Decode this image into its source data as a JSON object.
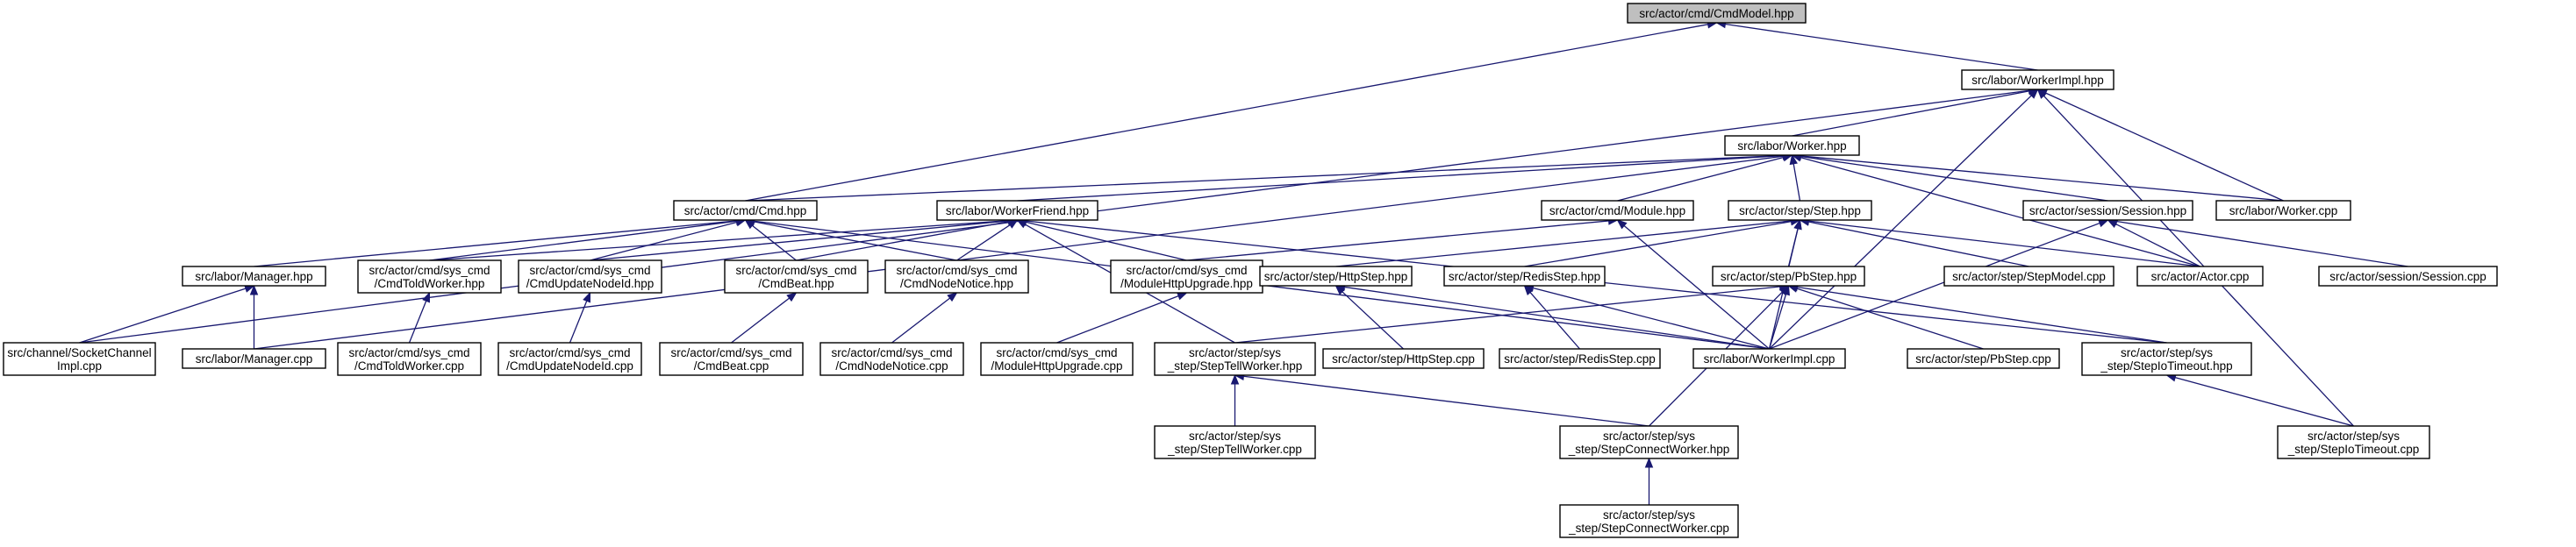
{
  "graph": {
    "colors": {
      "edge": "#191970",
      "root_fill": "#bfbfbf",
      "node_fill": "#ffffff",
      "node_border": "#000000"
    },
    "nodes": [
      {
        "id": "n_cmdmodel",
        "name": "node-cmdmodel-hpp",
        "lines": [
          "src/actor/cmd/CmdModel.hpp"
        ],
        "root": true
      },
      {
        "id": "n_workerimpl_h",
        "name": "node-workerimpl-hpp",
        "lines": [
          "src/labor/WorkerImpl.hpp"
        ]
      },
      {
        "id": "n_worker_h",
        "name": "node-worker-hpp",
        "lines": [
          "src/labor/Worker.hpp"
        ]
      },
      {
        "id": "n_cmd_h",
        "name": "node-cmd-hpp",
        "lines": [
          "src/actor/cmd/Cmd.hpp"
        ]
      },
      {
        "id": "n_workerfriend_h",
        "name": "node-workerfriend-hpp",
        "lines": [
          "src/labor/WorkerFriend.hpp"
        ]
      },
      {
        "id": "n_module_h",
        "name": "node-module-hpp",
        "lines": [
          "src/actor/cmd/Module.hpp"
        ]
      },
      {
        "id": "n_step_h",
        "name": "node-step-hpp",
        "lines": [
          "src/actor/step/Step.hpp"
        ]
      },
      {
        "id": "n_session_h",
        "name": "node-session-hpp",
        "lines": [
          "src/actor/session/Session.hpp"
        ]
      },
      {
        "id": "n_worker_cpp",
        "name": "node-worker-cpp",
        "lines": [
          "src/labor/Worker.cpp"
        ]
      },
      {
        "id": "n_manager_h",
        "name": "node-manager-hpp",
        "lines": [
          "src/labor/Manager.hpp"
        ]
      },
      {
        "id": "n_cmdtold_h",
        "name": "node-cmdtoldworker-hpp",
        "lines": [
          "src/actor/cmd/sys_cmd",
          "/CmdToldWorker.hpp"
        ]
      },
      {
        "id": "n_cmdupdate_h",
        "name": "node-cmdupdatenodeid-hpp",
        "lines": [
          "src/actor/cmd/sys_cmd",
          "/CmdUpdateNodeId.hpp"
        ]
      },
      {
        "id": "n_cmdbeat_h",
        "name": "node-cmdbeat-hpp",
        "lines": [
          "src/actor/cmd/sys_cmd",
          "/CmdBeat.hpp"
        ]
      },
      {
        "id": "n_cmdnotice_h",
        "name": "node-cmdnodenotice-hpp",
        "lines": [
          "src/actor/cmd/sys_cmd",
          "/CmdNodeNotice.hpp"
        ]
      },
      {
        "id": "n_modhttp_h",
        "name": "node-modulehttpupgrade-hpp",
        "lines": [
          "src/actor/cmd/sys_cmd",
          "/ModuleHttpUpgrade.hpp"
        ]
      },
      {
        "id": "n_httpstep_h",
        "name": "node-httpstep-hpp",
        "lines": [
          "src/actor/step/HttpStep.hpp"
        ]
      },
      {
        "id": "n_redisstep_h",
        "name": "node-redisstep-hpp",
        "lines": [
          "src/actor/step/RedisStep.hpp"
        ]
      },
      {
        "id": "n_pbstep_h",
        "name": "node-pbstep-hpp",
        "lines": [
          "src/actor/step/PbStep.hpp"
        ]
      },
      {
        "id": "n_stepmodel_cpp",
        "name": "node-stepmodel-cpp",
        "lines": [
          "src/actor/step/StepModel.cpp"
        ]
      },
      {
        "id": "n_actor_cpp",
        "name": "node-actor-cpp",
        "lines": [
          "src/actor/Actor.cpp"
        ]
      },
      {
        "id": "n_session_cpp",
        "name": "node-session-cpp",
        "lines": [
          "src/actor/session/Session.cpp"
        ]
      },
      {
        "id": "n_socketchannel_cpp",
        "name": "node-socketchannelimpl-cpp",
        "lines": [
          "src/channel/SocketChannel",
          "Impl.cpp"
        ]
      },
      {
        "id": "n_manager_cpp",
        "name": "node-manager-cpp",
        "lines": [
          "src/labor/Manager.cpp"
        ]
      },
      {
        "id": "n_cmdtold_cpp",
        "name": "node-cmdtoldworker-cpp",
        "lines": [
          "src/actor/cmd/sys_cmd",
          "/CmdToldWorker.cpp"
        ]
      },
      {
        "id": "n_cmdupdate_cpp",
        "name": "node-cmdupdatenodeid-cpp",
        "lines": [
          "src/actor/cmd/sys_cmd",
          "/CmdUpdateNodeId.cpp"
        ]
      },
      {
        "id": "n_cmdbeat_cpp",
        "name": "node-cmdbeat-cpp",
        "lines": [
          "src/actor/cmd/sys_cmd",
          "/CmdBeat.cpp"
        ]
      },
      {
        "id": "n_cmdnotice_cpp",
        "name": "node-cmdnodenotice-cpp",
        "lines": [
          "src/actor/cmd/sys_cmd",
          "/CmdNodeNotice.cpp"
        ]
      },
      {
        "id": "n_modhttp_cpp",
        "name": "node-modulehttpupgrade-cpp",
        "lines": [
          "src/actor/cmd/sys_cmd",
          "/ModuleHttpUpgrade.cpp"
        ]
      },
      {
        "id": "n_steptell_h",
        "name": "node-steptellworker-hpp",
        "lines": [
          "src/actor/step/sys",
          "_step/StepTellWorker.hpp"
        ]
      },
      {
        "id": "n_httpstep_cpp",
        "name": "node-httpstep-cpp",
        "lines": [
          "src/actor/step/HttpStep.cpp"
        ]
      },
      {
        "id": "n_redisstep_cpp",
        "name": "node-redisstep-cpp",
        "lines": [
          "src/actor/step/RedisStep.cpp"
        ]
      },
      {
        "id": "n_workerimpl_cpp",
        "name": "node-workerimpl-cpp",
        "lines": [
          "src/labor/WorkerImpl.cpp"
        ]
      },
      {
        "id": "n_pbstep_cpp",
        "name": "node-pbstep-cpp",
        "lines": [
          "src/actor/step/PbStep.cpp"
        ]
      },
      {
        "id": "n_stepiotimeout_h",
        "name": "node-stepiotimeout-hpp",
        "lines": [
          "src/actor/step/sys",
          "_step/StepIoTimeout.hpp"
        ]
      },
      {
        "id": "n_steptell_cpp",
        "name": "node-steptellworker-cpp",
        "lines": [
          "src/actor/step/sys",
          "_step/StepTellWorker.cpp"
        ]
      },
      {
        "id": "n_stepconnect_h",
        "name": "node-stepconnectworker-hpp",
        "lines": [
          "src/actor/step/sys",
          "_step/StepConnectWorker.hpp"
        ]
      },
      {
        "id": "n_stepiotimeout_cpp",
        "name": "node-stepiotimeout-cpp",
        "lines": [
          "src/actor/step/sys",
          "_step/StepIoTimeout.cpp"
        ]
      },
      {
        "id": "n_stepconnect_cpp",
        "name": "node-stepconnectworker-cpp",
        "lines": [
          "src/actor/step/sys",
          "_step/StepConnectWorker.cpp"
        ]
      }
    ],
    "edges": [
      [
        "n_cmdmodel",
        "n_workerimpl_h"
      ],
      [
        "n_cmdmodel",
        "n_cmd_h"
      ],
      [
        "n_workerimpl_h",
        "n_worker_h"
      ],
      [
        "n_workerimpl_h",
        "n_worker_cpp"
      ],
      [
        "n_workerimpl_h",
        "n_socketchannel_cpp"
      ],
      [
        "n_workerimpl_h",
        "n_workerimpl_cpp"
      ],
      [
        "n_workerimpl_h",
        "n_stepiotimeout_cpp"
      ],
      [
        "n_worker_h",
        "n_cmd_h"
      ],
      [
        "n_worker_h",
        "n_workerfriend_h"
      ],
      [
        "n_worker_h",
        "n_module_h"
      ],
      [
        "n_worker_h",
        "n_step_h"
      ],
      [
        "n_worker_h",
        "n_session_h"
      ],
      [
        "n_worker_h",
        "n_worker_cpp"
      ],
      [
        "n_worker_h",
        "n_actor_cpp"
      ],
      [
        "n_worker_h",
        "n_manager_cpp"
      ],
      [
        "n_cmd_h",
        "n_manager_h"
      ],
      [
        "n_cmd_h",
        "n_cmdtold_h"
      ],
      [
        "n_cmd_h",
        "n_cmdupdate_h"
      ],
      [
        "n_cmd_h",
        "n_cmdbeat_h"
      ],
      [
        "n_cmd_h",
        "n_cmdnotice_h"
      ],
      [
        "n_cmd_h",
        "n_workerimpl_cpp"
      ],
      [
        "n_workerfriend_h",
        "n_cmdtold_h"
      ],
      [
        "n_workerfriend_h",
        "n_cmdupdate_h"
      ],
      [
        "n_workerfriend_h",
        "n_cmdbeat_h"
      ],
      [
        "n_workerfriend_h",
        "n_cmdnotice_h"
      ],
      [
        "n_workerfriend_h",
        "n_modhttp_h"
      ],
      [
        "n_workerfriend_h",
        "n_steptell_h"
      ],
      [
        "n_workerfriend_h",
        "n_stepiotimeout_h"
      ],
      [
        "n_module_h",
        "n_modhttp_h"
      ],
      [
        "n_module_h",
        "n_workerimpl_cpp"
      ],
      [
        "n_step_h",
        "n_httpstep_h"
      ],
      [
        "n_step_h",
        "n_redisstep_h"
      ],
      [
        "n_step_h",
        "n_pbstep_h"
      ],
      [
        "n_step_h",
        "n_stepmodel_cpp"
      ],
      [
        "n_step_h",
        "n_actor_cpp"
      ],
      [
        "n_step_h",
        "n_workerimpl_cpp"
      ],
      [
        "n_session_h",
        "n_actor_cpp"
      ],
      [
        "n_session_h",
        "n_session_cpp"
      ],
      [
        "n_session_h",
        "n_workerimpl_cpp"
      ],
      [
        "n_manager_h",
        "n_socketchannel_cpp"
      ],
      [
        "n_manager_h",
        "n_manager_cpp"
      ],
      [
        "n_cmdtold_h",
        "n_cmdtold_cpp"
      ],
      [
        "n_cmdupdate_h",
        "n_cmdupdate_cpp"
      ],
      [
        "n_cmdbeat_h",
        "n_cmdbeat_cpp"
      ],
      [
        "n_cmdnotice_h",
        "n_cmdnotice_cpp"
      ],
      [
        "n_modhttp_h",
        "n_modhttp_cpp"
      ],
      [
        "n_httpstep_h",
        "n_httpstep_cpp"
      ],
      [
        "n_httpstep_h",
        "n_workerimpl_cpp"
      ],
      [
        "n_redisstep_h",
        "n_redisstep_cpp"
      ],
      [
        "n_redisstep_h",
        "n_workerimpl_cpp"
      ],
      [
        "n_pbstep_h",
        "n_steptell_h"
      ],
      [
        "n_pbstep_h",
        "n_workerimpl_cpp"
      ],
      [
        "n_pbstep_h",
        "n_pbstep_cpp"
      ],
      [
        "n_pbstep_h",
        "n_stepiotimeout_h"
      ],
      [
        "n_pbstep_h",
        "n_stepconnect_h"
      ],
      [
        "n_steptell_h",
        "n_steptell_cpp"
      ],
      [
        "n_steptell_h",
        "n_stepconnect_h"
      ],
      [
        "n_stepiotimeout_h",
        "n_stepiotimeout_cpp"
      ],
      [
        "n_stepconnect_h",
        "n_stepconnect_cpp"
      ]
    ]
  }
}
